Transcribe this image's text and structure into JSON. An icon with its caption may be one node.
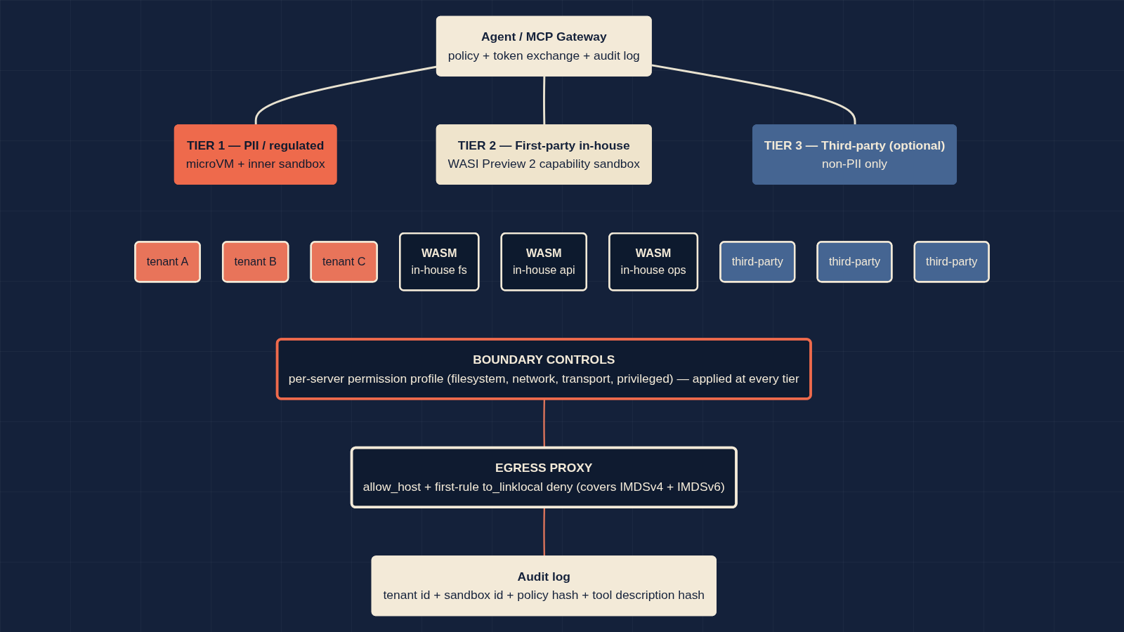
{
  "diagram": {
    "nodes": [
      {
        "text": [
          "Agent / MCP Gateway",
          "policy + token exchange + audit log"
        ]
      },
      {
        "text": [
          "TIER 1 — PII / regulated",
          "microVM + inner sandbox"
        ]
      },
      {
        "text": [
          "TIER 2 — First-party in-house",
          "WASI Preview 2 capability sandbox"
        ]
      },
      {
        "text": [
          "TIER 3 — Third-party (optional)",
          "non-PII only"
        ]
      },
      {
        "text": [
          "tenant A"
        ]
      },
      {
        "text": [
          "tenant B"
        ]
      },
      {
        "text": [
          "tenant C"
        ]
      },
      {
        "text": [
          "WASM",
          "in-house fs"
        ]
      },
      {
        "text": [
          "WASM",
          "in-house api"
        ]
      },
      {
        "text": [
          "WASM",
          "in-house ops"
        ]
      },
      {
        "text": [
          "third-party"
        ]
      },
      {
        "text": [
          "third-party"
        ]
      },
      {
        "text": [
          "third-party"
        ]
      },
      {
        "text": [
          "BOUNDARY CONTROLS",
          "per-server permission profile (filesystem, network, transport, privileged) — applied at every tier"
        ]
      },
      {
        "text": [
          "EGRESS PROXY",
          "allow_host + first-rule to_linklocal deny (covers IMDSv4 + IMDSv6)"
        ]
      },
      {
        "text": [
          "Audit log",
          "tenant id + sandbox id + policy hash + tool description hash"
        ]
      }
    ],
    "edges": [
      {
        "from": 0,
        "to": 1,
        "arrow": "none"
      },
      {
        "from": 0,
        "to": 2,
        "arrow": "none"
      },
      {
        "from": 0,
        "to": 3,
        "arrow": "none"
      },
      {
        "from": 13,
        "to": 14,
        "arrow": "none",
        "color": "#e0765c"
      },
      {
        "from": 14,
        "to": 15,
        "arrow": "none",
        "color": "#e0765c"
      }
    ]
  }
}
